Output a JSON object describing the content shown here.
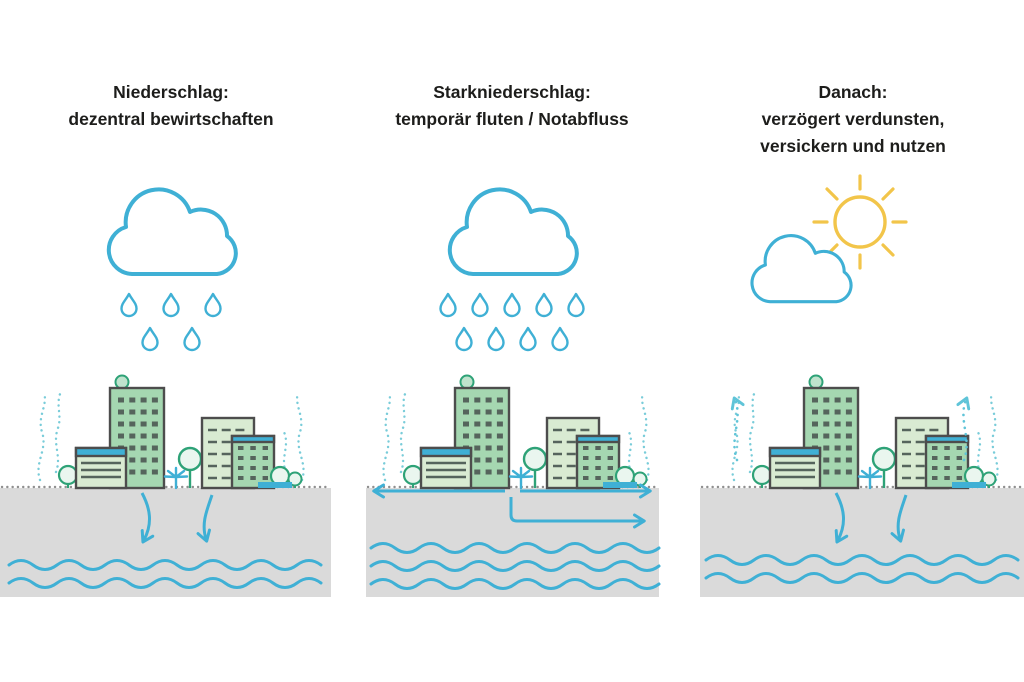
{
  "panels": [
    {
      "title_lines": [
        "Niederschlag:",
        "dezentral bewirtschaften"
      ],
      "weather_icon": "rain-cloud-icon",
      "rain_drop_count": 5,
      "water_flow_icon": "infiltration-down-arrows",
      "groundwater_wave_count": 2
    },
    {
      "title_lines": [
        "Starkniederschlag:",
        "temporär fluten / Notabfluss"
      ],
      "weather_icon": "heavy-rain-cloud-icon",
      "rain_drop_count": 9,
      "water_flow_icon": "surface-runoff-arrows",
      "groundwater_wave_count": 3
    },
    {
      "title_lines": [
        "Danach:",
        "verzögert verdunsten,",
        "versickern und nutzen"
      ],
      "weather_icon": "sun-behind-cloud-icon",
      "rain_drop_count": 0,
      "water_flow_icon": "evaporation-up-and-infiltration-down-arrows",
      "groundwater_wave_count": 2
    }
  ],
  "colors": {
    "water_blue": "#3fb0d5",
    "evaporation_teal": "#79ccd9",
    "sun_yellow": "#f2c54a",
    "ground_gray": "#dadada",
    "building_green": "#a5d7b1",
    "building_light_green": "#d9ebd2",
    "tree_green": "#2ea277",
    "outline_gray": "#4d4d4d",
    "text": "#1d1d1b",
    "background": "#ffffff"
  }
}
